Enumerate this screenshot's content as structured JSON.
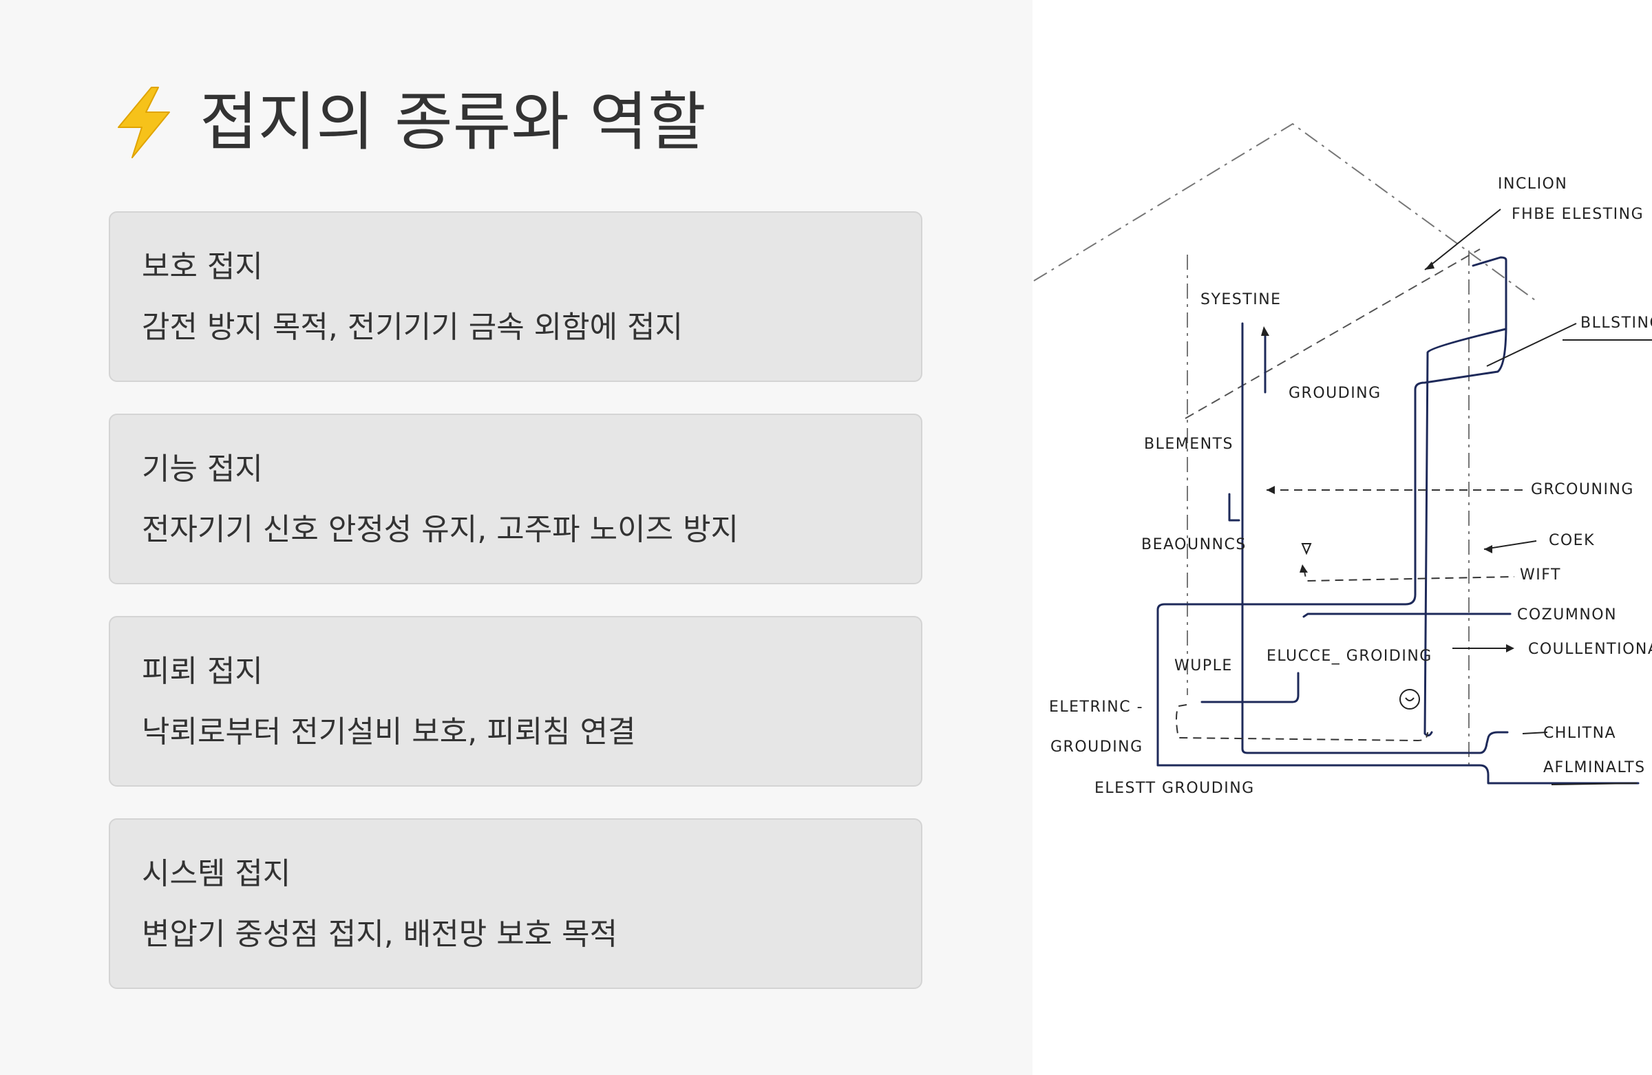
{
  "title": {
    "icon": "lightning-bolt-icon",
    "text": "접지의 종류와 역할"
  },
  "cards": [
    {
      "title": "보호 접지",
      "description": "감전 방지 목적, 전기기기 금속 외함에 접지"
    },
    {
      "title": "기능 접지",
      "description": "전자기기 신호 안정성 유지, 고주파 노이즈 방지"
    },
    {
      "title": "피뢰 접지",
      "description": "낙뢰로부터 전기설비 보호, 피뢰침 연결"
    },
    {
      "title": "시스템 접지",
      "description": "변압기 중성점 접지, 배전망 보호 목적"
    }
  ],
  "diagram": {
    "labels": {
      "inclion": "INCLION",
      "fhbe_elesting": "FHBE ELESTING",
      "bllsting": "BLLSTING",
      "syestine": "SYESTINE",
      "grouding": "GROUDING",
      "blements": "BLEMENTS",
      "grcouning": "GRCOUNING",
      "beaounncs": "BEAOUNNCS",
      "coek": "COEK",
      "wift": "WIFT",
      "cozumnon": "COZUMNON",
      "elucce_groiding": "ELUCCE_ GROIDING",
      "coullentional": "COULLENTIONAL",
      "wuple": "WUPLE",
      "eletrinc": "ELETRINC -",
      "grouding_left": "GROUDING",
      "chlitna": "CHLITNA",
      "aflminalts": "AFLMINALTS",
      "elestt_grouding": "ELESTT GROUDING"
    }
  },
  "colors": {
    "left_background": "#f7f7f7",
    "card_background": "#e6e6e6",
    "card_border": "#d4d4d4",
    "text": "#333333",
    "wire": "#1e2a5a",
    "bolt": "#f6c21a"
  }
}
